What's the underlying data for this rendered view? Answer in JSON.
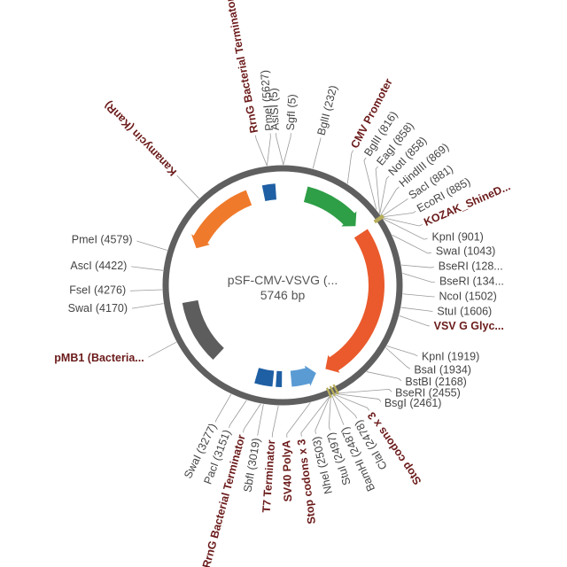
{
  "plasmid": {
    "name": "pSF-CMV-VSVG (...",
    "size_label": "5746 bp",
    "total_bp": 5746
  },
  "colors": {
    "backbone": "#5f5f5f",
    "site_text": "#444444",
    "feature_text": "#6b1a1a",
    "leader": "#9a9a9a",
    "green": "#2e9e47",
    "orange": "#f07a2b",
    "red_orange": "#ea5a2c",
    "blue": "#1f5fa4",
    "light_blue": "#5a9bd4",
    "gray": "#5d5d5d",
    "olive": "#b7ae5a"
  },
  "features": [
    {
      "name": "cmv",
      "shape": "arrow",
      "start": 228,
      "end": 813,
      "strand": 1,
      "color": "#2e9e47"
    },
    {
      "name": "vsvg",
      "shape": "arrow",
      "start": 901,
      "end": 2440,
      "strand": 1,
      "color": "#ea5a2c"
    },
    {
      "name": "sv40",
      "shape": "arrow",
      "start": 2540,
      "end": 2790,
      "strand": -1,
      "color": "#5a9bd4"
    },
    {
      "name": "t7-terminator",
      "shape": "box",
      "start": 2880,
      "end": 2935,
      "color": "#1f5fa4"
    },
    {
      "name": "rrng-bottom",
      "shape": "box",
      "start": 2965,
      "end": 3130,
      "color": "#1f5fa4"
    },
    {
      "name": "pmb1",
      "shape": "box",
      "start": 3560,
      "end": 4150,
      "color": "#5d5d5d"
    },
    {
      "name": "kanr",
      "shape": "arrow",
      "start": 4680,
      "end": 5410,
      "strand": -1,
      "color": "#f07a2b"
    },
    {
      "name": "rrng-top",
      "shape": "box",
      "start": 5560,
      "end": 5680,
      "color": "#1f5fa4"
    },
    {
      "name": "kozak",
      "shape": "box",
      "start": 870,
      "end": 900,
      "color": "#b7ae5a"
    },
    {
      "name": "stop-1",
      "shape": "box",
      "start": 2432,
      "end": 2448,
      "color": "#b7ae5a"
    },
    {
      "name": "stop-2",
      "shape": "box",
      "start": 2462,
      "end": 2478,
      "color": "#b7ae5a"
    },
    {
      "name": "stop-3",
      "shape": "box",
      "start": 2492,
      "end": 2508,
      "color": "#b7ae5a"
    }
  ],
  "labels": [
    {
      "id": "rrng-top-label",
      "text": "RrnG Bacterial Terminator",
      "kind": "feature",
      "pos": 5627,
      "rotate": true
    },
    {
      "id": "pmei-5627",
      "text": "PmeI (5627)",
      "kind": "site",
      "pos": 5627,
      "rotate": true
    },
    {
      "id": "asisi-5",
      "text": "AsiSI (5)",
      "kind": "site",
      "pos": 5,
      "rotate": true
    },
    {
      "id": "sgfi-5",
      "text": "SgfI (5)",
      "kind": "site",
      "pos": 5,
      "rotate": true
    },
    {
      "id": "bglii-232",
      "text": "BglII (232)",
      "kind": "site",
      "pos": 232,
      "rotate": true
    },
    {
      "id": "cmv-label",
      "text": "CMV Promoter",
      "kind": "feature",
      "pos": 520,
      "rotate": true
    },
    {
      "id": "bglii-816",
      "text": "BglII (816)",
      "kind": "site",
      "pos": 816,
      "rotate": true
    },
    {
      "id": "eagi-858",
      "text": "EagI (858)",
      "kind": "site",
      "pos": 858,
      "rotate": true
    },
    {
      "id": "noti-858",
      "text": "NotI (858)",
      "kind": "site",
      "pos": 858,
      "rotate": true
    },
    {
      "id": "hindiii-869",
      "text": "HindIII (869)",
      "kind": "site",
      "pos": 869,
      "rotate": true
    },
    {
      "id": "saci-881",
      "text": "SacI (881)",
      "kind": "site",
      "pos": 881,
      "rotate": true
    },
    {
      "id": "ecori-885",
      "text": "EcoRI (885)",
      "kind": "site",
      "pos": 885,
      "rotate": true
    },
    {
      "id": "kozak-label",
      "text": "KOZAK_ShineD...",
      "kind": "feature",
      "pos": 890,
      "rotate": true
    },
    {
      "id": "kpni-901",
      "text": "KpnI (901)",
      "kind": "site",
      "pos": 901
    },
    {
      "id": "swai-1043",
      "text": "SwaI (1043)",
      "kind": "site",
      "pos": 1043
    },
    {
      "id": "bseri-128",
      "text": "BseRI (128...",
      "kind": "site",
      "pos": 1282
    },
    {
      "id": "bseri-134",
      "text": "BseRI (134...",
      "kind": "site",
      "pos": 1345
    },
    {
      "id": "ncoi-1502",
      "text": "NcoI (1502)",
      "kind": "site",
      "pos": 1502
    },
    {
      "id": "stui-1606",
      "text": "StuI (1606)",
      "kind": "site",
      "pos": 1606
    },
    {
      "id": "vsvg-label",
      "text": "VSV G Glyc...",
      "kind": "feature",
      "pos": 1670
    },
    {
      "id": "kpni-1919",
      "text": "KpnI (1919)",
      "kind": "site",
      "pos": 1919
    },
    {
      "id": "bsai-1934",
      "text": "BsaI (1934)",
      "kind": "site",
      "pos": 1934
    },
    {
      "id": "bstbi-2168",
      "text": "BstBI (2168)",
      "kind": "site",
      "pos": 2168
    },
    {
      "id": "bseri-2455",
      "text": "BseRI (2455)",
      "kind": "site",
      "pos": 2455
    },
    {
      "id": "bsgi-2461",
      "text": "BsgI (2461)",
      "kind": "site",
      "pos": 2461
    },
    {
      "id": "stop-label-1",
      "text": "Stop codons x 3",
      "kind": "feature",
      "pos": 2470,
      "rotate": true
    },
    {
      "id": "clai-2478",
      "text": "ClaI (2478)",
      "kind": "site",
      "pos": 2478,
      "rotate": true
    },
    {
      "id": "bamhi-2487",
      "text": "BamHI (2487)",
      "kind": "site",
      "pos": 2487,
      "rotate": true
    },
    {
      "id": "stui-2497",
      "text": "StuI (2497)",
      "kind": "site",
      "pos": 2497,
      "rotate": true
    },
    {
      "id": "nhei-2503",
      "text": "NheI (2503)",
      "kind": "site",
      "pos": 2503,
      "rotate": true
    },
    {
      "id": "stop-label-2",
      "text": "Stop codons x 3",
      "kind": "feature",
      "pos": 2505,
      "rotate": true
    },
    {
      "id": "sv40-label",
      "text": "SV40 PolyA",
      "kind": "feature",
      "pos": 2660,
      "rotate": true
    },
    {
      "id": "t7-label",
      "text": "T7 Terminator",
      "kind": "feature",
      "pos": 2905,
      "rotate": true
    },
    {
      "id": "rrng-bottom-label",
      "text": "RrnG Bacterial Terminator",
      "kind": "feature",
      "pos": 3040,
      "rotate": true
    },
    {
      "id": "sbfi-3019",
      "text": "SbfI (3019)",
      "kind": "site",
      "pos": 3019,
      "rotate": true
    },
    {
      "id": "paci-3151",
      "text": "PacI (3151)",
      "kind": "site",
      "pos": 3151,
      "rotate": true
    },
    {
      "id": "swai-3277",
      "text": "SwaI (3277)",
      "kind": "site",
      "pos": 3277,
      "rotate": true
    },
    {
      "id": "pmb1-label",
      "text": "pMB1 (Bacteria...",
      "kind": "feature",
      "pos": 3860
    },
    {
      "id": "swai-4170",
      "text": "SwaI (4170)",
      "kind": "site",
      "pos": 4170
    },
    {
      "id": "fsei-4276",
      "text": "FseI (4276)",
      "kind": "site",
      "pos": 4276
    },
    {
      "id": "asci-4422",
      "text": "AscI (4422)",
      "kind": "site",
      "pos": 4422
    },
    {
      "id": "pmei-4579",
      "text": "PmeI (4579)",
      "kind": "site",
      "pos": 4579
    },
    {
      "id": "kanr-label",
      "text": "Kanamycin (KanR)",
      "kind": "feature",
      "pos": 5045,
      "rotate": true
    }
  ]
}
